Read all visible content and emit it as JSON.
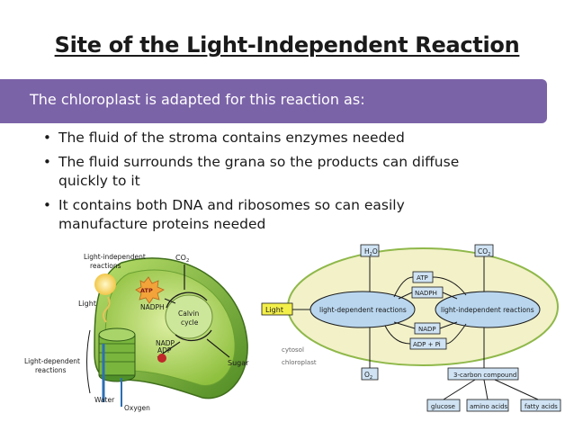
{
  "slide": {
    "title": "Site of the Light-Independent Reaction",
    "subtitle": "The chloroplast is adapted for this reaction as:",
    "bullets": [
      {
        "line1": "The fluid of the stroma contains enzymes needed"
      },
      {
        "line1": "The fluid surrounds the grana so the products can diffuse",
        "line2": "quickly to it"
      },
      {
        "line1": "It contains both DNA and ribosomes so can easily",
        "line2": "manufacture proteins needed"
      }
    ]
  },
  "chloroplast_diagram": {
    "labels": {
      "light_independent": "Light-independent",
      "reactions": "reactions",
      "co2": "CO",
      "co2_sub": "2",
      "light": "Light",
      "atp": "ATP",
      "nadph": "NADPH",
      "calvin": "Calvin",
      "cycle": "cycle",
      "nadp": "NADP",
      "adp": "ADP",
      "light_dependent": "Light-dependent",
      "reactions2": "reactions",
      "sugar": "Sugar",
      "water": "Water",
      "oxygen": "Oxygen"
    }
  },
  "flow_diagram": {
    "labels": {
      "h2o": "H",
      "h2o_sub": "2",
      "h2o_end": "O",
      "co2": "CO",
      "co2_sub": "2",
      "atp": "ATP",
      "nadph": "NADPH",
      "light": "Light",
      "light_dependent": "light-dependent reactions",
      "light_independent": "light-independent reactions",
      "nadp": "NADP",
      "adp_pi": "ADP + Pi",
      "cytosol": "cytosol",
      "chloroplast": "chloroplast",
      "o2": "O",
      "o2_sub": "2",
      "three_carbon": "3-carbon compound",
      "glucose": "glucose",
      "amino_acids": "amino acids",
      "fatty_acids": "fatty acids"
    },
    "colors": {
      "outer_fill": "#f2f1c8",
      "outer_stroke": "#8fb84a",
      "oval_fill": "#b9d6ee",
      "box_fill": "#cfe3f4",
      "light_fill": "#f3ef4a"
    }
  }
}
